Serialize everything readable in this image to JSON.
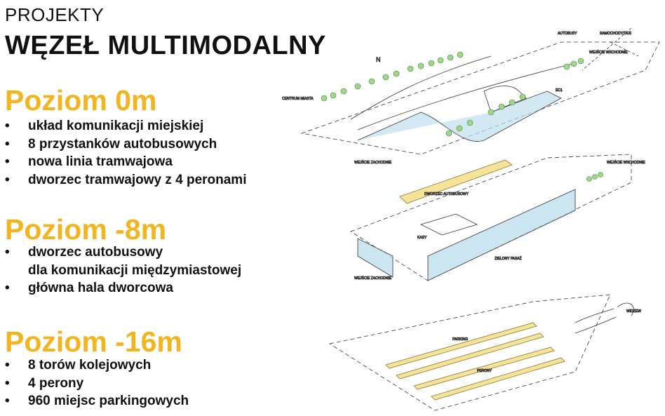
{
  "header": {
    "kicker": "PROJEKTY",
    "title": "WĘZEŁ MULTIMODALNY"
  },
  "levels": [
    {
      "title": "Poziom 0m",
      "items": [
        "układ komunikacji miejskiej",
        "8 przystanków autobusowych",
        "nowa linia tramwajowa",
        "dworzec tramwajowy z 4 peronami"
      ]
    },
    {
      "title": "Poziom -8m",
      "items": [
        "dworzec autobusowy",
        "dla komunikacji międzymiastowej",
        "główna hala dworcowa"
      ]
    },
    {
      "title": "Poziom -16m",
      "items": [
        "8 torów kolejowych",
        "4 perony",
        "960 miejsc parkingowych"
      ]
    }
  ],
  "sketch": {
    "labels": {
      "autobusy": "AUTOBUSY",
      "taxi": "SAMOCHODY/TAXI",
      "east_entry": "WEJŚCIE WSCHODNIE",
      "city_centre": "CENTRUM MIASTA",
      "ec1": "EC1",
      "north": "N",
      "west_entry": "WEJŚCIE ZACHODNIE",
      "bus_station": "DWORZEC AUTOBUSOWY",
      "kasy": "KASY",
      "green_passage": "ZIELONY PASAŻ",
      "parking": "PARKING",
      "perony": "PERONY",
      "widzew": "WIDZEW"
    },
    "colors": {
      "accent": "#f2b51e",
      "glass": "#bfe0ee",
      "platform": "#f5e39a",
      "tree": "#9fd88a"
    }
  }
}
